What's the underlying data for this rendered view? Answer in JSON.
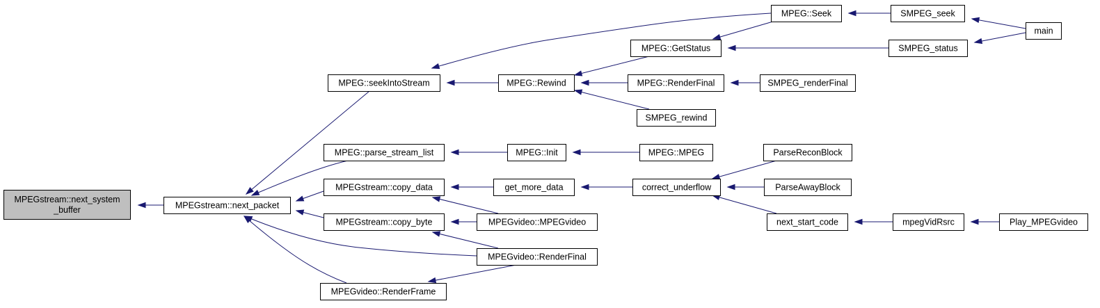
{
  "diagram": {
    "nodes": [
      {
        "id": "next_system_buffer",
        "lines": [
          "MPEGstream::next_system",
          "_buffer"
        ],
        "highlighted": true
      },
      {
        "id": "next_packet",
        "lines": [
          "MPEGstream::next_packet"
        ]
      },
      {
        "id": "seekIntoStream",
        "lines": [
          "MPEG::seekIntoStream"
        ]
      },
      {
        "id": "parse_stream_list",
        "lines": [
          "MPEG::parse_stream_list"
        ]
      },
      {
        "id": "copy_data",
        "lines": [
          "MPEGstream::copy_data"
        ]
      },
      {
        "id": "copy_byte",
        "lines": [
          "MPEGstream::copy_byte"
        ]
      },
      {
        "id": "RenderFrame",
        "lines": [
          "MPEGvideo::RenderFrame"
        ]
      },
      {
        "id": "Rewind",
        "lines": [
          "MPEG::Rewind"
        ]
      },
      {
        "id": "Init",
        "lines": [
          "MPEG::Init"
        ]
      },
      {
        "id": "get_more_data",
        "lines": [
          "get_more_data"
        ]
      },
      {
        "id": "MPEGvideo_ctor",
        "lines": [
          "MPEGvideo::MPEGvideo"
        ]
      },
      {
        "id": "MPEGvideo_RenderFinal",
        "lines": [
          "MPEGvideo::RenderFinal"
        ]
      },
      {
        "id": "GetStatus",
        "lines": [
          "MPEG::GetStatus"
        ]
      },
      {
        "id": "MPEG_RenderFinal",
        "lines": [
          "MPEG::RenderFinal"
        ]
      },
      {
        "id": "SMPEG_rewind",
        "lines": [
          "SMPEG_rewind"
        ]
      },
      {
        "id": "MPEG_ctor",
        "lines": [
          "MPEG::MPEG"
        ]
      },
      {
        "id": "correct_underflow",
        "lines": [
          "correct_underflow"
        ]
      },
      {
        "id": "Seek",
        "lines": [
          "MPEG::Seek"
        ]
      },
      {
        "id": "SMPEG_status",
        "lines": [
          "SMPEG_status"
        ]
      },
      {
        "id": "SMPEG_renderFinal",
        "lines": [
          "SMPEG_renderFinal"
        ]
      },
      {
        "id": "ParseReconBlock",
        "lines": [
          "ParseReconBlock"
        ]
      },
      {
        "id": "ParseAwayBlock",
        "lines": [
          "ParseAwayBlock"
        ]
      },
      {
        "id": "next_start_code",
        "lines": [
          "next_start_code"
        ]
      },
      {
        "id": "SMPEG_seek",
        "lines": [
          "SMPEG_seek"
        ]
      },
      {
        "id": "mpegVidRsrc",
        "lines": [
          "mpegVidRsrc"
        ]
      },
      {
        "id": "main",
        "lines": [
          "main"
        ]
      },
      {
        "id": "Play_MPEGvideo",
        "lines": [
          "Play_MPEGvideo"
        ]
      }
    ],
    "edges": [
      {
        "from": "next_packet",
        "to": "next_system_buffer"
      },
      {
        "from": "seekIntoStream",
        "to": "next_packet"
      },
      {
        "from": "parse_stream_list",
        "to": "next_packet"
      },
      {
        "from": "copy_data",
        "to": "next_packet"
      },
      {
        "from": "copy_byte",
        "to": "next_packet"
      },
      {
        "from": "RenderFrame",
        "to": "next_packet"
      },
      {
        "from": "MPEGvideo_RenderFinal",
        "to": "next_packet"
      },
      {
        "from": "Rewind",
        "to": "seekIntoStream"
      },
      {
        "from": "Seek",
        "to": "seekIntoStream"
      },
      {
        "from": "Init",
        "to": "parse_stream_list"
      },
      {
        "from": "get_more_data",
        "to": "copy_data"
      },
      {
        "from": "MPEGvideo_ctor",
        "to": "copy_data"
      },
      {
        "from": "MPEGvideo_ctor",
        "to": "copy_byte"
      },
      {
        "from": "MPEGvideo_RenderFinal",
        "to": "copy_byte"
      },
      {
        "from": "MPEGvideo_RenderFinal",
        "to": "RenderFrame"
      },
      {
        "from": "GetStatus",
        "to": "Rewind"
      },
      {
        "from": "MPEG_RenderFinal",
        "to": "Rewind"
      },
      {
        "from": "SMPEG_rewind",
        "to": "Rewind"
      },
      {
        "from": "MPEG_ctor",
        "to": "Init"
      },
      {
        "from": "correct_underflow",
        "to": "get_more_data"
      },
      {
        "from": "Seek",
        "to": "GetStatus"
      },
      {
        "from": "SMPEG_status",
        "to": "GetStatus"
      },
      {
        "from": "SMPEG_renderFinal",
        "to": "MPEG_RenderFinal"
      },
      {
        "from": "ParseReconBlock",
        "to": "correct_underflow"
      },
      {
        "from": "ParseAwayBlock",
        "to": "correct_underflow"
      },
      {
        "from": "next_start_code",
        "to": "correct_underflow"
      },
      {
        "from": "SMPEG_seek",
        "to": "Seek"
      },
      {
        "from": "main",
        "to": "SMPEG_seek"
      },
      {
        "from": "main",
        "to": "SMPEG_status"
      },
      {
        "from": "mpegVidRsrc",
        "to": "next_start_code"
      },
      {
        "from": "Play_MPEGvideo",
        "to": "mpegVidRsrc"
      }
    ],
    "colors": {
      "edge": "#191970",
      "node_border": "#000000",
      "node_fill": "#ffffff",
      "highlight_fill": "#bfbfbf",
      "background": "#ffffff"
    }
  }
}
